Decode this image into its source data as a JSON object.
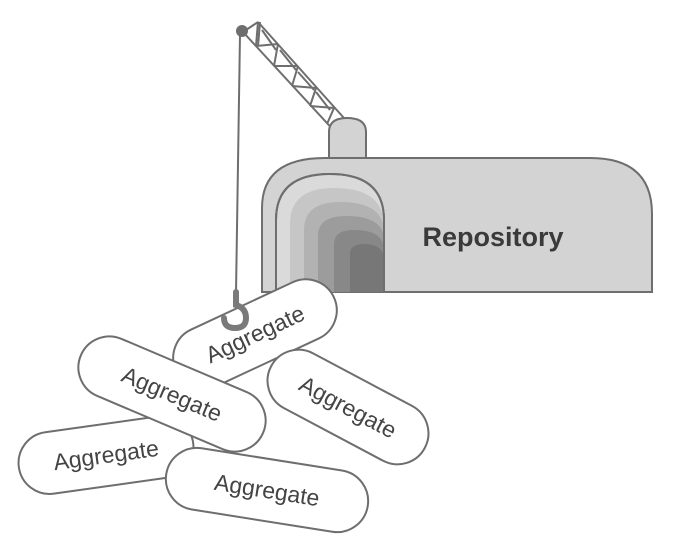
{
  "repository": {
    "label": "Repository"
  },
  "aggregates": [
    {
      "label": "Aggregate"
    },
    {
      "label": "Aggregate"
    },
    {
      "label": "Aggregate"
    },
    {
      "label": "Aggregate"
    },
    {
      "label": "Aggregate"
    }
  ],
  "colors": {
    "outline": "#6e6e6e",
    "building_fill": "#d3d3d3",
    "tunnel_shades": [
      "#d8d8d8",
      "#c4c4c4",
      "#b0b0b0",
      "#9a9a9a",
      "#858585"
    ],
    "pill_fill": "#ffffff",
    "hook": "#7a7a7a"
  }
}
